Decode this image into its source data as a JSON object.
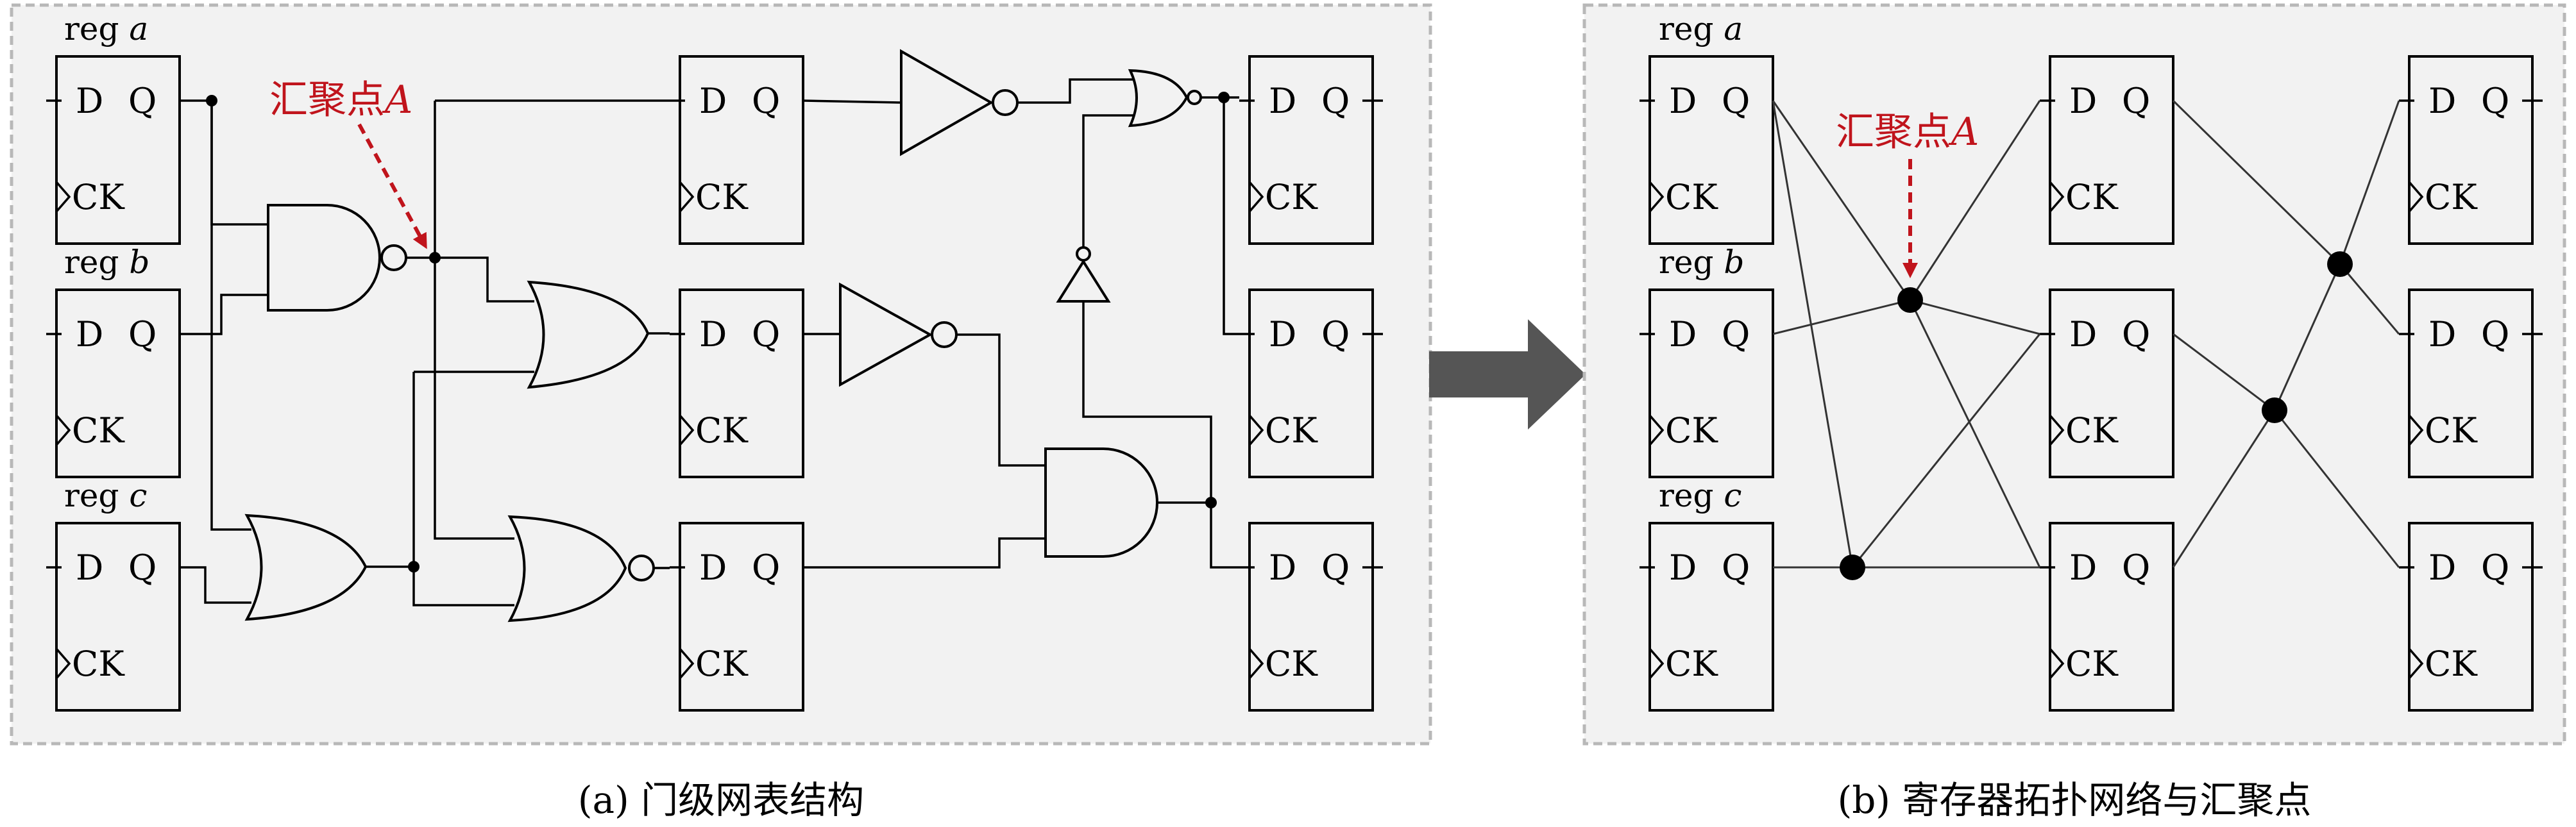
{
  "panel_a": {
    "caption": "(a) 门级网表结构",
    "reg_labels": [
      {
        "prefix": "reg",
        "name": "a"
      },
      {
        "prefix": "reg",
        "name": "b"
      },
      {
        "prefix": "reg",
        "name": "c"
      }
    ],
    "annotation": {
      "text": "汇聚点",
      "name": "A"
    }
  },
  "panel_b": {
    "caption": "(b) 寄存器拓扑网络与汇聚点",
    "reg_labels": [
      {
        "prefix": "reg",
        "name": "a"
      },
      {
        "prefix": "reg",
        "name": "b"
      },
      {
        "prefix": "reg",
        "name": "c"
      }
    ],
    "annotation": {
      "text": "汇聚点",
      "name": "A"
    }
  },
  "pins": {
    "d": "D",
    "q": "Q",
    "ck": "CK"
  },
  "colors": {
    "annotation": "#c0141c",
    "panel_background": "#f2f2f2",
    "arrow": "#555555"
  }
}
